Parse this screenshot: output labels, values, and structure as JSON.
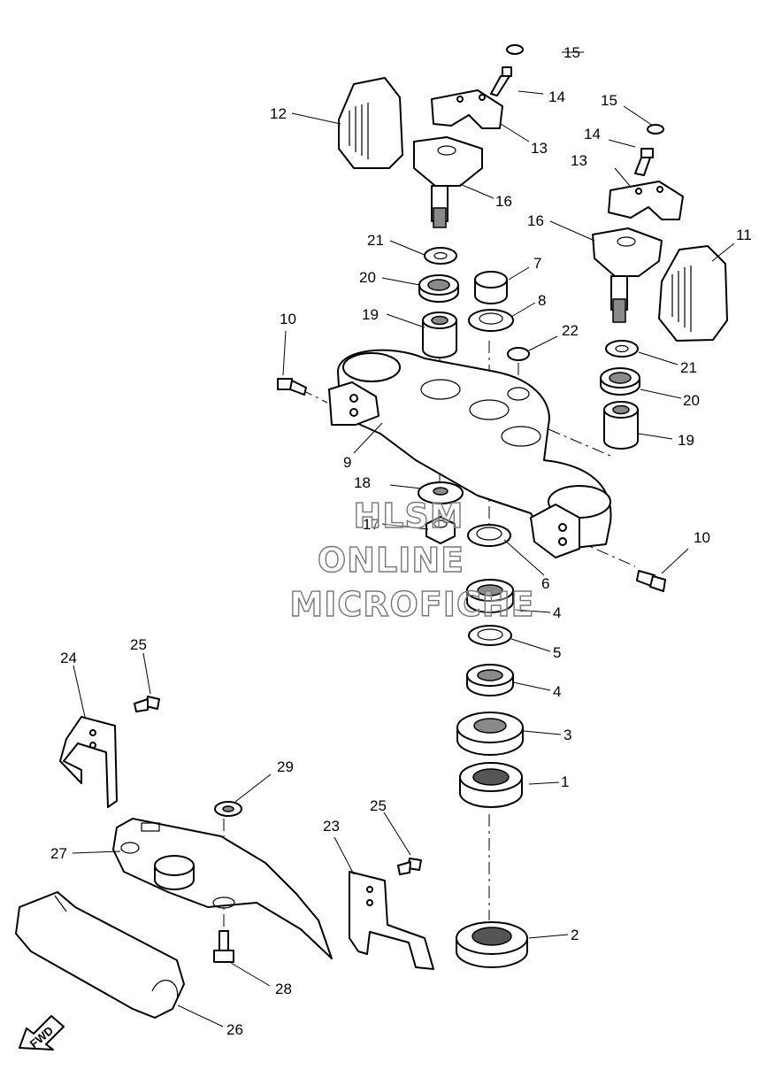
{
  "callouts": {
    "c1": "1",
    "c2": "2",
    "c3": "3",
    "c4a": "4",
    "c4b": "4",
    "c5": "5",
    "c6": "6",
    "c7": "7",
    "c8": "8",
    "c9": "9",
    "c10a": "10",
    "c10b": "10",
    "c11": "11",
    "c12": "12",
    "c13a": "13",
    "c13b": "13",
    "c14a": "14",
    "c14b": "14",
    "c15a": "15",
    "c15b": "15",
    "c16a": "16",
    "c16b": "16",
    "c17": "17",
    "c18": "18",
    "c19a": "19",
    "c19b": "19",
    "c20a": "20",
    "c20b": "20",
    "c21a": "21",
    "c21b": "21",
    "c22": "22",
    "c23": "23",
    "c24": "24",
    "c25a": "25",
    "c25b": "25",
    "c26": "26",
    "c27": "27",
    "c28": "28",
    "c29": "29"
  },
  "watermark": {
    "line1": "HLSM",
    "line2": "ONLINE",
    "line3": "MICROFICHE"
  },
  "direction_badge": "FWD"
}
